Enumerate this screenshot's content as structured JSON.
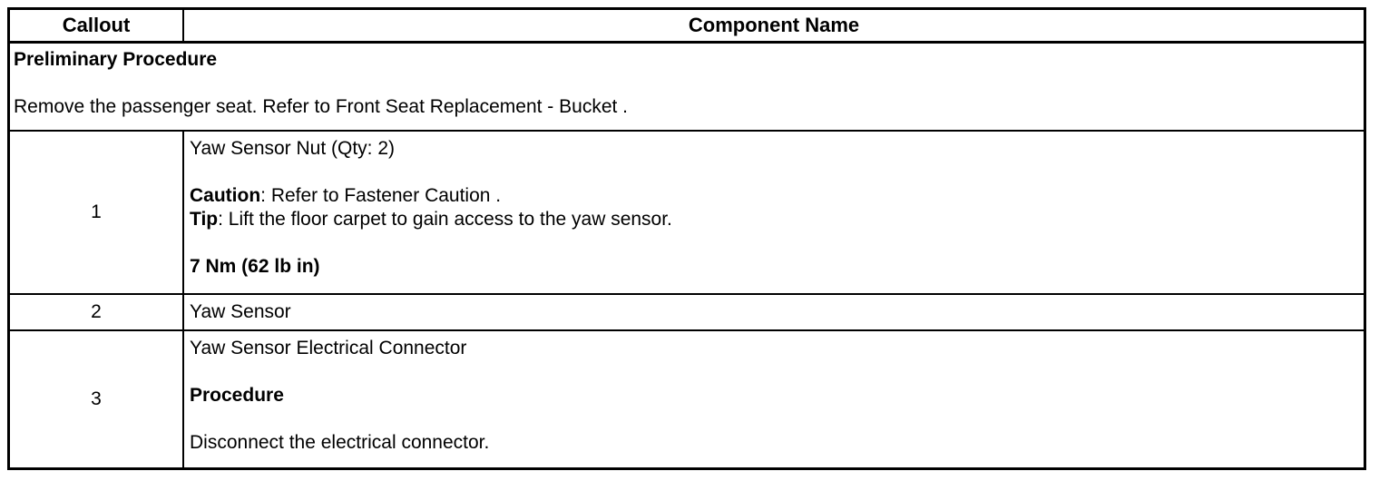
{
  "colors": {
    "border": "#000000",
    "background": "#ffffff",
    "text": "#000000"
  },
  "table": {
    "header": {
      "callout": "Callout",
      "component": "Component Name"
    }
  },
  "preliminary": {
    "lines": [
      [
        {
          "t": "Preliminary Procedure",
          "b": true
        }
      ],
      [],
      [
        {
          "t": "Remove the passenger seat. Refer to Front Seat Replacement - Bucket ."
        }
      ]
    ]
  },
  "rows": [
    {
      "callout": "1",
      "lines": [
        [
          {
            "t": "Yaw Sensor Nut (Qty: 2)"
          }
        ],
        [],
        [
          {
            "t": "Caution",
            "b": true
          },
          {
            "t": ": Refer to Fastener Caution ."
          }
        ],
        [
          {
            "t": "Tip",
            "b": true
          },
          {
            "t": ": Lift the floor carpet to gain access to the yaw sensor."
          }
        ],
        [],
        [
          {
            "t": "7 Nm (62 lb in)",
            "b": true
          }
        ]
      ]
    },
    {
      "callout": "2",
      "lines": [
        [
          {
            "t": "Yaw Sensor"
          }
        ]
      ]
    },
    {
      "callout": "3",
      "lines": [
        [
          {
            "t": "Yaw Sensor Electrical Connector"
          }
        ],
        [],
        [
          {
            "t": "Procedure",
            "b": true
          }
        ],
        [],
        [
          {
            "t": "Disconnect the electrical connector."
          }
        ]
      ]
    }
  ]
}
